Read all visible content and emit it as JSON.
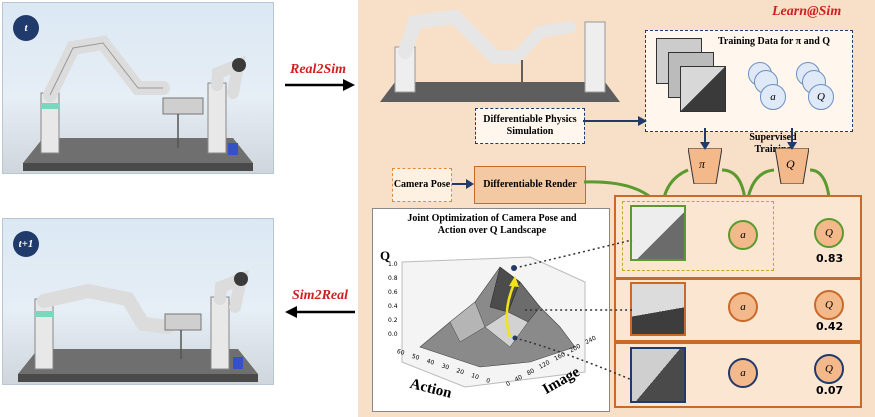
{
  "left": {
    "top_badge": "t",
    "bottom_badge": "t+1"
  },
  "arrows": {
    "real2sim": "Real2Sim",
    "sim2real": "Sim2Real"
  },
  "sim": {
    "title": "Learn@Sim",
    "training_data_label": "Training Data for π and Q",
    "diff_physics": "Differentiable Physics Simulation",
    "supervised": "Supervised Training",
    "camera_pose": "Camera Pose",
    "diff_render": "Differentiable Render",
    "pi_symbol": "π",
    "q_symbol": "Q",
    "a_symbol": "a"
  },
  "plot": {
    "title": "Joint Optimization of Camera Pose and Action over Q Landscape",
    "z_label": "Q",
    "x_label": "Action",
    "y_label": "Image",
    "z_ticks": [
      "1.0",
      "0.8",
      "0.6",
      "0.4",
      "0.2",
      "0.0"
    ],
    "x_ticks": [
      "60",
      "50",
      "40",
      "30",
      "20",
      "10",
      "0"
    ],
    "y_ticks": [
      "0",
      "40",
      "80",
      "120",
      "160",
      "200",
      "240"
    ]
  },
  "rows": [
    {
      "q_value": "0.83",
      "color": "#5a9a2e"
    },
    {
      "q_value": "0.42",
      "color": "#c86a2a"
    },
    {
      "q_value": "0.07",
      "color": "#1f3a6b"
    }
  ],
  "colors": {
    "red": "#d11f1f",
    "navy": "#1f3a6b",
    "orange": "#c86a2a",
    "green": "#5a9a2e",
    "peach": "#f7dfc8"
  }
}
